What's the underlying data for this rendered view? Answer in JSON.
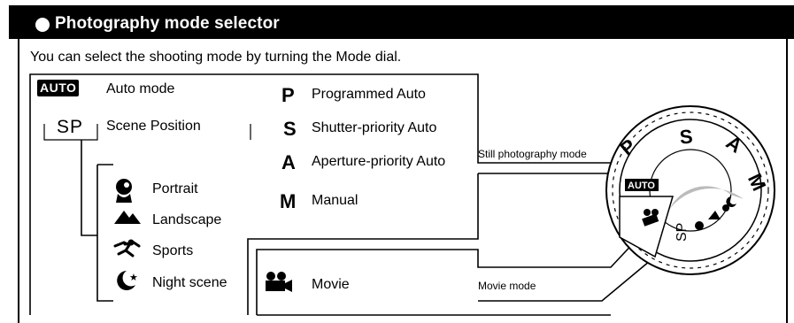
{
  "header": {
    "title": "Photography mode selector"
  },
  "intro": "You can select the shooting mode by turning the Mode dial.",
  "modes_left": {
    "auto_badge": "AUTO",
    "auto_label": "Auto mode",
    "sp_badge": "SP",
    "sp_label": "Scene Position",
    "scenes": [
      {
        "label": "Portrait",
        "icon": "portrait-icon"
      },
      {
        "label": "Landscape",
        "icon": "landscape-icon"
      },
      {
        "label": "Sports",
        "icon": "sports-icon"
      },
      {
        "label": "Night scene",
        "icon": "night-scene-icon"
      }
    ]
  },
  "modes_right": [
    {
      "letter": "P",
      "label": "Programmed Auto"
    },
    {
      "letter": "S",
      "label": "Shutter-priority Auto"
    },
    {
      "letter": "A",
      "label": "Aperture-priority Auto"
    },
    {
      "letter": "M",
      "label": "Manual"
    }
  ],
  "movie": {
    "label": "Movie",
    "icon": "movie-camera-icon"
  },
  "callouts": {
    "still": "Still photography mode",
    "movie": "Movie mode"
  },
  "dial": {
    "letters": [
      "P",
      "S",
      "A",
      "M"
    ],
    "auto": "AUTO",
    "sp": "SP"
  }
}
